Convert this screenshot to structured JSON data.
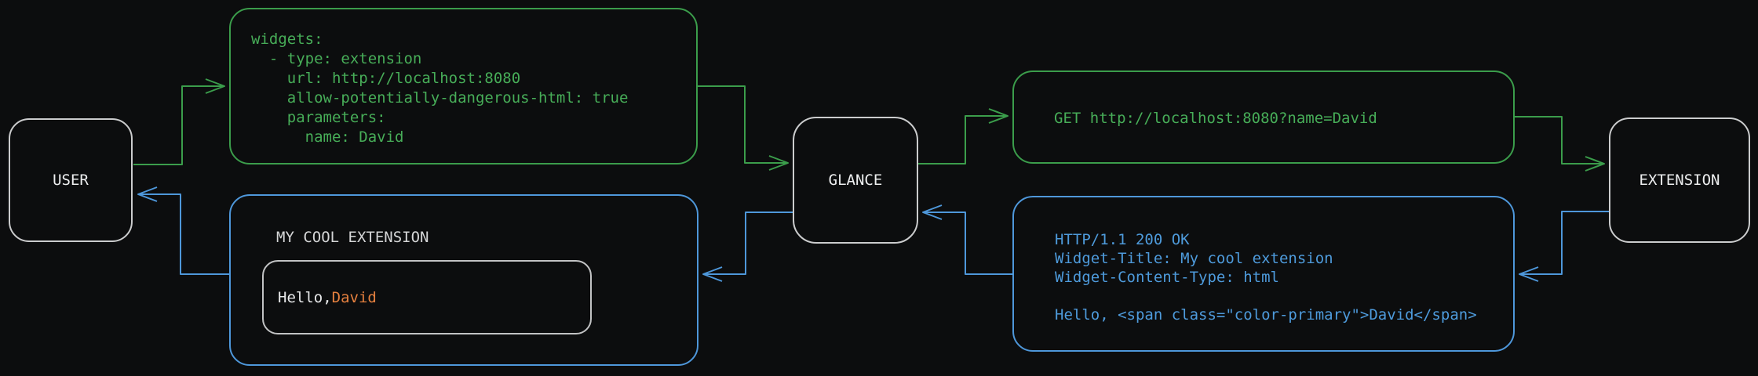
{
  "nodes": {
    "user": {
      "label": "USER"
    },
    "glance": {
      "label": "GLANCE"
    },
    "extension": {
      "label": "EXTENSION"
    }
  },
  "config_yaml": {
    "code": "widgets:\n  - type: extension\n    url: http://localhost:8080\n    allow-potentially-dangerous-html: true\n    parameters:\n      name: David"
  },
  "http_request": {
    "code": "GET http://localhost:8080?name=David"
  },
  "http_response": {
    "code": "HTTP/1.1 200 OK\nWidget-Title: My cool extension\nWidget-Content-Type: html\n\nHello, <span class=\"color-primary\">David</span>"
  },
  "rendered_widget": {
    "title": "MY COOL EXTENSION",
    "greeting_prefix": "Hello, ",
    "greeting_name": "David"
  },
  "colors": {
    "background": "#0c0d0e",
    "request_green": "#3b9d4b",
    "response_blue": "#4e97da",
    "primary_orange": "#e5803f",
    "node_border": "#cbcccd"
  }
}
